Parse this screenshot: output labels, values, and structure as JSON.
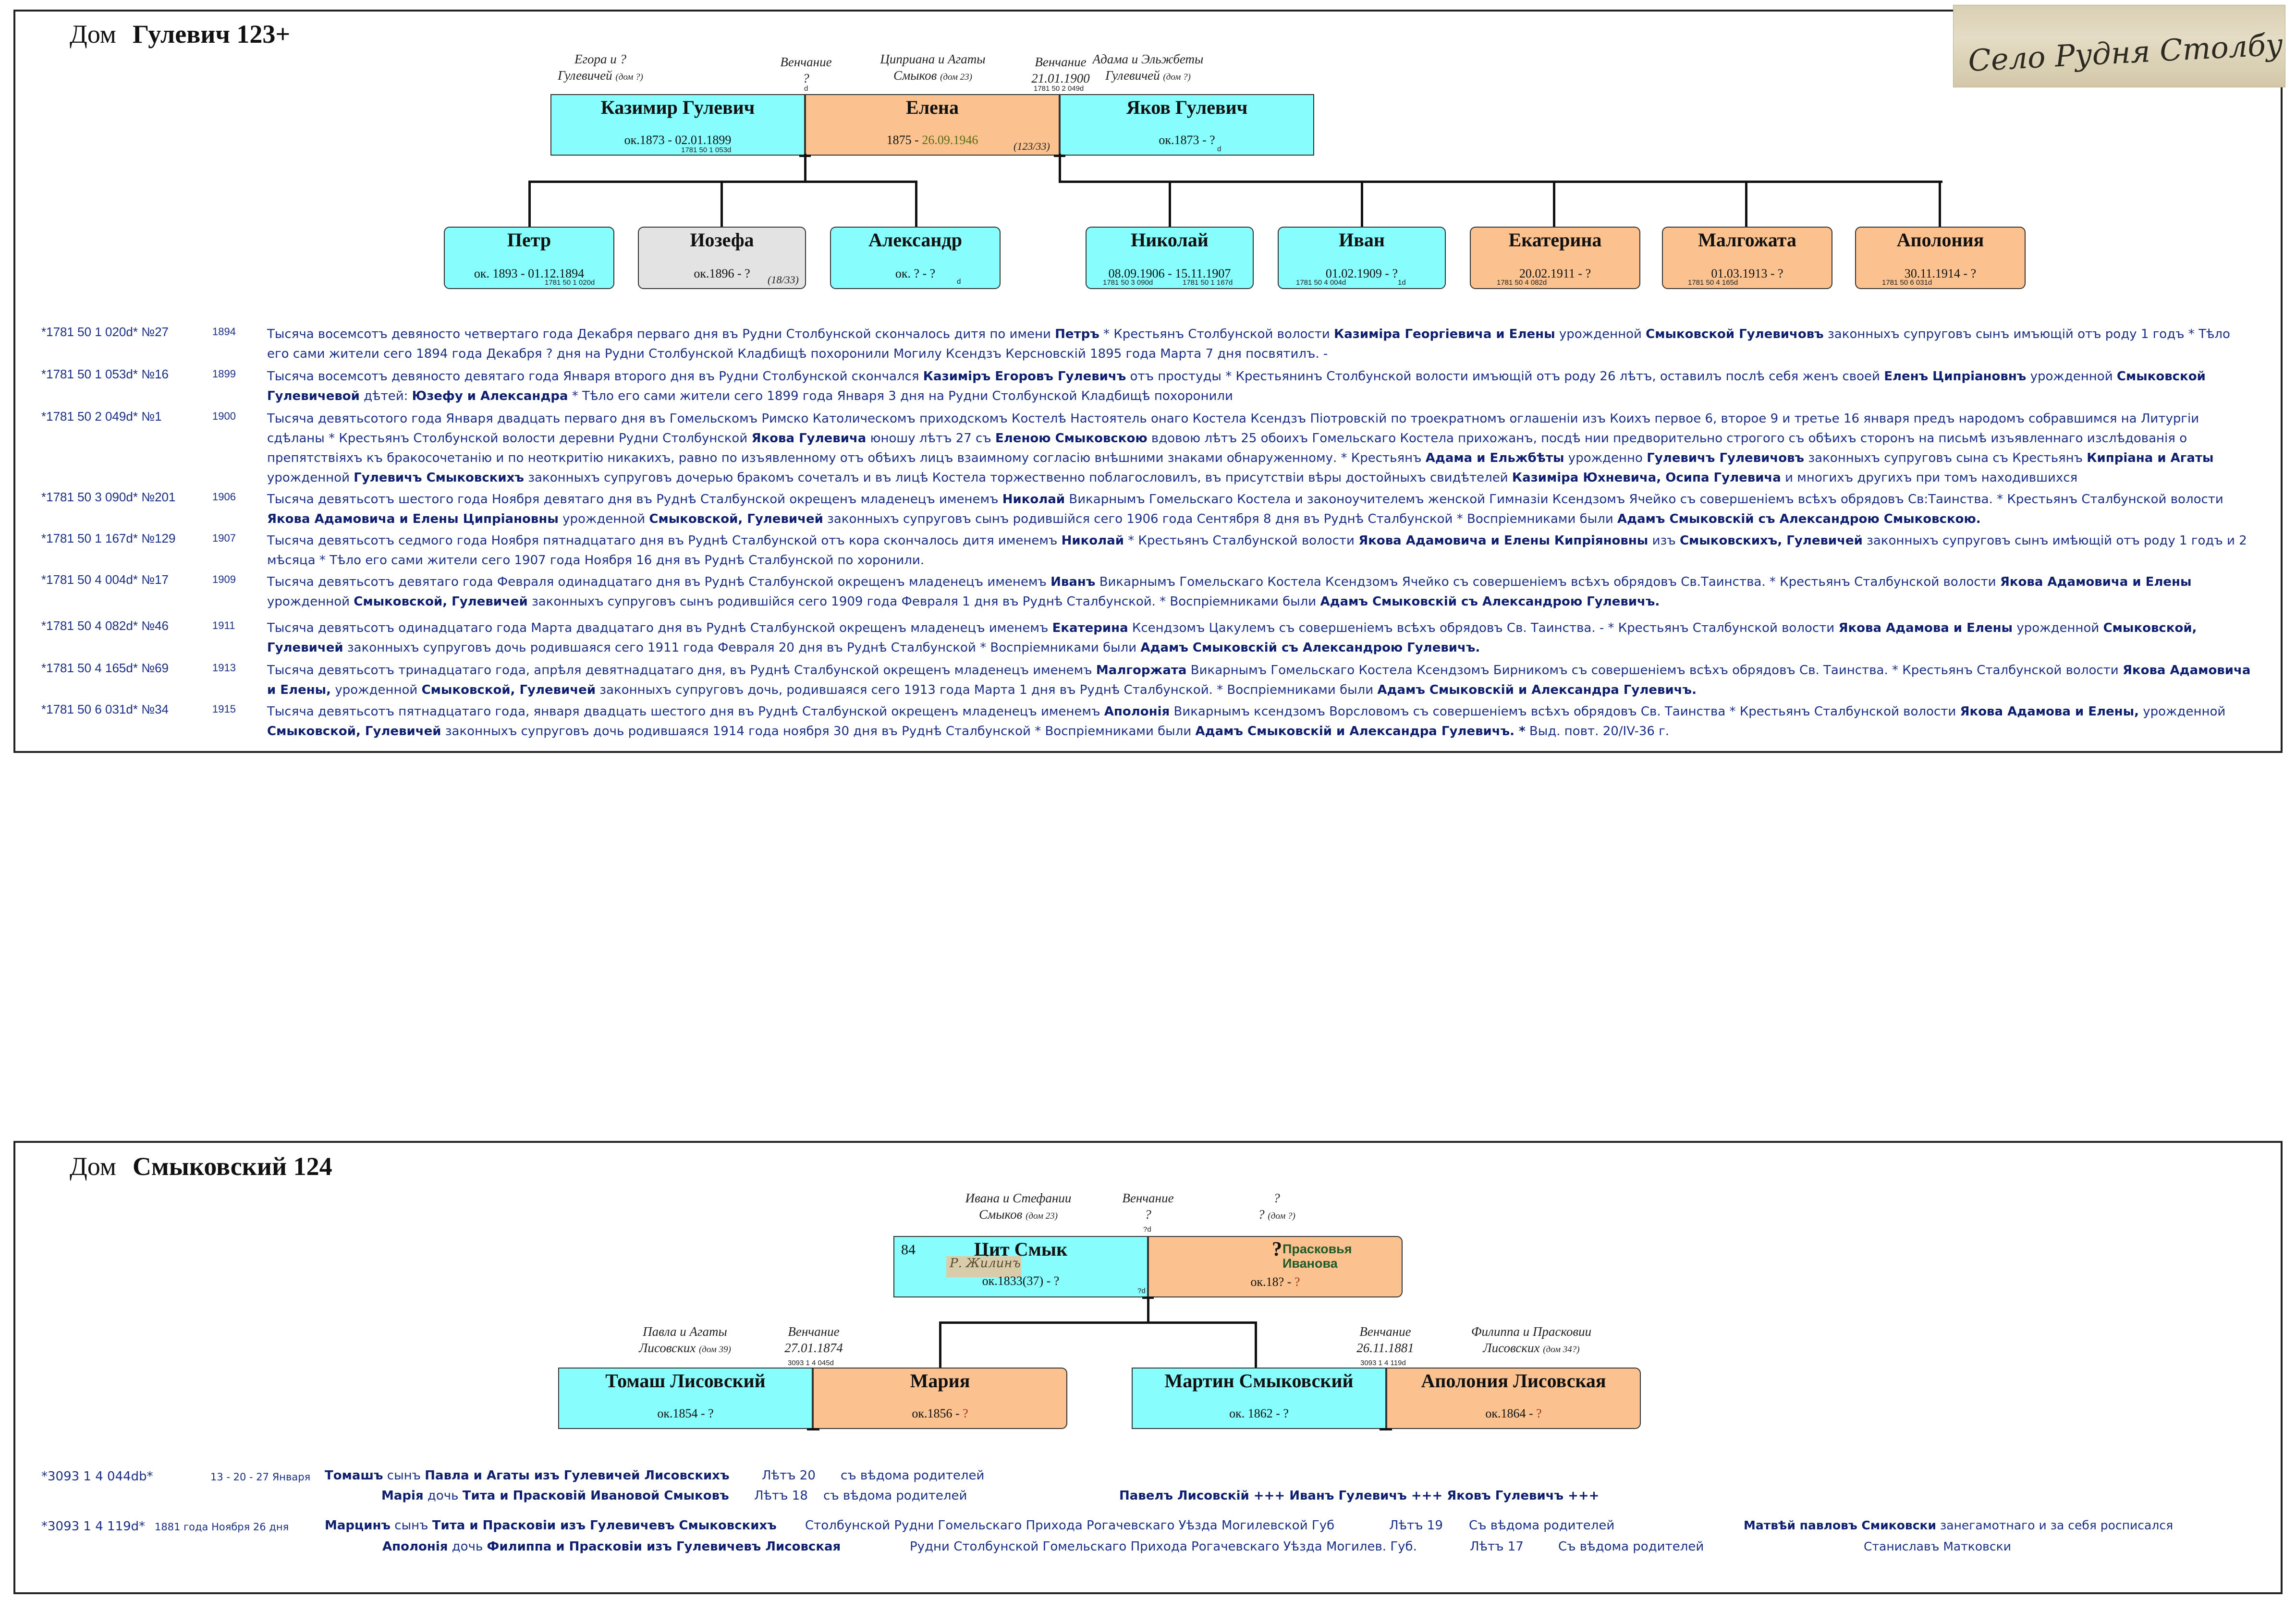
{
  "house1": {
    "label": "Дом",
    "name": "Гулевич 123+",
    "stamp_text": "Село Рудня Столбунска",
    "notes": {
      "kazimir_parents": [
        "Егора и ?",
        "Гулевичей"
      ],
      "kazimir_parents_dom": "(дом ?)",
      "marriage1": "Венчание",
      "marriage1_q": "?",
      "marriage1_ref": "d",
      "elena_parents": [
        "Циприана и Агаты",
        "Смыков"
      ],
      "elena_parents_dom": "(дом 23)",
      "marriage2": "Венчание",
      "marriage2_date": "21.01.1900",
      "marriage2_ref": "1781 50 2 049d",
      "yakov_parents": [
        "Адама и Эльжбеты",
        "Гулевичей"
      ],
      "yakov_parents_dom": "(дом ?)"
    },
    "parents": [
      {
        "name": "Казимир Гулевич",
        "dates": "ок.1873 - 02.01.1899",
        "ref": "1781 50 1 053d"
      },
      {
        "name": "Елена",
        "date_birth": "1875 - ",
        "date_death": "26.09.1946",
        "mark": "(123/33)"
      },
      {
        "name": "Яков Гулевич",
        "dates": "ок.1873 - ?",
        "ref": "d"
      }
    ],
    "children": [
      {
        "name": "Петр",
        "dates": "ок. 1893 - 01.12.1894",
        "ref": "1781 50 1 020d"
      },
      {
        "name": "Иозефа",
        "dates": "ок.1896 - ?",
        "mark": "(18/33)"
      },
      {
        "name": "Александр",
        "dates": "ок. ? - ?",
        "ref": "d"
      },
      {
        "name": "Николай",
        "dates": "08.09.1906 - 15.11.1907",
        "ref": "1781 50 3 090d",
        "ref2": "1781 50 1 167d"
      },
      {
        "name": "Иван",
        "dates": "01.02.1909 - ?",
        "ref": "1781 50 4 004d",
        "ref2": "1d"
      },
      {
        "name": "Екатерина",
        "dates": "20.02.1911 - ?",
        "ref": "1781 50 4 082d"
      },
      {
        "name": "Малгожата",
        "dates": "01.03.1913 - ?",
        "ref": "1781 50 4 165d"
      },
      {
        "name": "Аполония",
        "dates": "30.11.1914 - ?",
        "ref": "1781 50 6 031d"
      }
    ],
    "records": [
      {
        "id": "*1781 50 1 020d* №27",
        "year": "1894",
        "parts": [
          {
            "t": "Тысяча восемсотъ девяносто четвертаго года Декабря перваго дня въ Рудни Столбунской скончалось дитя по имени "
          },
          {
            "t": "Петръ",
            "b": true
          },
          {
            "t": " * Крестьянъ Столбунской волости "
          },
          {
            "t": "Казиміра Георгіевича и Елены",
            "b": true
          },
          {
            "t": " урожденной "
          },
          {
            "t": "Смыковской Гулевичовъ",
            "b": true
          },
          {
            "t": " законныхъ супруговъ сынъ имъющій отъ роду 1 годъ * Тѣло его сами жители сего 1894 года Декабря ? дня на Рудни Столбунской Кладбищѣ похоронили  Могилу Ксендзъ Керсновскій 1895 года Марта 7 дня посвятилъ. -"
          }
        ]
      },
      {
        "id": "*1781 50 1 053d* №16",
        "year": "1899",
        "parts": [
          {
            "t": "Тысяча восемсотъ девяносто девятаго года Января второго дня въ Рудни Столбунской скончался "
          },
          {
            "t": "Казиміръ Егоровъ Гулевичъ",
            "b": true
          },
          {
            "t": " отъ простуды * Крестьянинъ Столбунской волости имъющій отъ роду 26 лѣтъ, оставилъ послѣ себя женъ своей "
          },
          {
            "t": "Еленъ Ципріановнъ",
            "b": true
          },
          {
            "t": " урожденной "
          },
          {
            "t": "Смыковской Гулевичевой",
            "b": true
          },
          {
            "t": " дѣтей: "
          },
          {
            "t": "Юзефу и Александра",
            "b": true
          },
          {
            "t": " * Тѣло его сами жители сего 1899 года Января 3 дня на Рудни Столбунской Кладбищѣ похоронили"
          }
        ]
      },
      {
        "id": "*1781 50 2 049d* №1",
        "year": "1900",
        "parts": [
          {
            "t": "Тысяча девятьсотого года Января двадцать перваго дня въ Гомельскомъ Римско Католическомъ приходскомъ Костелѣ Настоятель онаго Костела Ксендзъ Піотровскій по троекратномъ оглашеніи изъ Коихъ первое 6, второе 9 и третье 16 января предъ народомъ собравшимся на Литургіи сдѣланы * Крестьянъ Столбунской волости деревни Рудни Столбунской "
          },
          {
            "t": "Якова Гулевича",
            "b": true
          },
          {
            "t": " юношу лѣтъ 27 съ "
          },
          {
            "t": "Еленою Смыковскою",
            "b": true
          },
          {
            "t": " вдовою лѣтъ 25 обоихъ Гомельскаго Костела прихожанъ, посдѣ нии предворительно строгого съ обѣихъ сторонъ на письмѣ изъявленнаго изслѣдованія о препятствіяхъ къ бракосочетанію и по неоткритію никакихъ, равно по изъявленному отъ обѣихъ лицъ взаимному согласію внѣшними знаками обнаруженному. * Крестьянъ "
          },
          {
            "t": "Адама и Ельжбѣты",
            "b": true
          },
          {
            "t": " урожденно "
          },
          {
            "t": "Гулевичъ Гулевичовъ",
            "b": true
          },
          {
            "t": " законныхъ супруговъ сына съ Крестьянъ "
          },
          {
            "t": "Кипріана и Агаты",
            "b": true
          },
          {
            "t": " урожденной "
          },
          {
            "t": "Гулевичъ Смыковскихъ",
            "b": true
          },
          {
            "t": " законныхъ супруговъ дочерью бракомъ сочеталъ и въ лицѣ Костела торжественно поблагословилъ, въ присутствіи вѣры достойныхъ свидѣтелей "
          },
          {
            "t": "Казиміра Юхневича, Осипа Гулевича",
            "b": true
          },
          {
            "t": " и многихъ другихъ при томъ находившихся"
          }
        ]
      },
      {
        "id": "*1781 50 3 090d* №201",
        "year": "1906",
        "parts": [
          {
            "t": "Тысяча девятьсотъ шестого года Ноября девятаго дня въ Руднѣ Сталбунской окрещенъ младенецъ именемъ "
          },
          {
            "t": "Николай",
            "b": true
          },
          {
            "t": " Викарнымъ Гомельскаго Костела и законоучителемъ женской Гимназіи Ксендзомъ Ячейко съ совершеніемъ всѣхъ обрядовъ Св:Таинства. * Крестьянъ Сталбунской волости "
          },
          {
            "t": "Якова Адамовича и Елены Ципріановны",
            "b": true
          },
          {
            "t": " урожденной "
          },
          {
            "t": "Смыковской, Гулевичей",
            "b": true
          },
          {
            "t": " законныхъ супруговъ сынъ родившійся сего 1906 года Сентября 8 дня въ Руднѣ Сталбунской * Воспріемниками были "
          },
          {
            "t": "Адамъ Смыковскій съ Александрою Смыковскою.",
            "b": true
          }
        ]
      },
      {
        "id": "*1781 50 1 167d* №129",
        "year": "1907",
        "parts": [
          {
            "t": "Тысяча девятьсотъ седмого года Ноября пятнадцатаго дня въ Руднѣ Сталбунской отъ кора скончалось дитя именемъ "
          },
          {
            "t": "Николай",
            "b": true
          },
          {
            "t": " * Крестьянъ Сталбунской волости "
          },
          {
            "t": "Якова Адамовича и Елены Кипріяновны",
            "b": true
          },
          {
            "t": " изъ "
          },
          {
            "t": "Смыковскихъ, Гулевичей",
            "b": true
          },
          {
            "t": " законныхъ супруговъ сынъ имѣющій отъ роду 1 годъ и 2 мѣсяца * Тѣло его сами жители сего 1907 года Ноября 16 дня въ Руднѣ Сталбунской по хоронили."
          }
        ]
      },
      {
        "id": "*1781 50 4 004d* №17",
        "year": "1909",
        "parts": [
          {
            "t": "Тысяча девятьсотъ девятаго года Февраля одинадцатаго дня въ Руднѣ Сталбунской окрещенъ младенецъ именемъ "
          },
          {
            "t": "Иванъ",
            "b": true
          },
          {
            "t": " Викарнымъ Гомельскаго Костела Ксендзомъ Ячейко съ совершеніемъ всѣхъ обрядовъ Св.Таинства. * Крестьянъ Сталбунской волости "
          },
          {
            "t": "Якова Адамовича и Елены",
            "b": true
          },
          {
            "t": " урожденной "
          },
          {
            "t": "Смыковской, Гулевичей",
            "b": true
          },
          {
            "t": " законныхъ супруговъ сынъ родившійся сего 1909 года Февраля 1 дня въ Руднѣ Сталбунской. * Воспріемниками были "
          },
          {
            "t": "Адамъ Смыковскій съ Александрою Гулевичъ.",
            "b": true
          }
        ]
      },
      {
        "id": "*1781 50 4 082d* №46",
        "year": "1911",
        "parts": [
          {
            "t": "Тысяча девятьсотъ одинадцатаго года Марта двадцатаго дня въ Руднѣ Сталбунской окрещенъ младенецъ именемъ "
          },
          {
            "t": "Екатерина",
            "b": true
          },
          {
            "t": " Ксендзомъ Цакулемъ съ совершеніемъ всѣхъ обрядовъ Св. Таинства. - * Крестьянъ Сталбунской волости "
          },
          {
            "t": "Якова Адамова и Елены",
            "b": true
          },
          {
            "t": " урожденной "
          },
          {
            "t": "Смыковской, Гулевичей",
            "b": true
          },
          {
            "t": " законныхъ супруговъ дочь родившаяся сего 1911 года Февраля 20 дня въ Руднѣ Сталбунской * Воспріемниками были "
          },
          {
            "t": "Адамъ Смыковскій съ Александрою Гулевичъ.",
            "b": true
          }
        ]
      },
      {
        "id": "*1781 50 4 165d* №69",
        "year": "1913",
        "parts": [
          {
            "t": "Тысяча девятьсотъ тринадцатаго года, апрѣля девятнадцатаго дня, въ Руднѣ Сталбунской окрещенъ младенецъ именемъ "
          },
          {
            "t": "Малгоржата",
            "b": true
          },
          {
            "t": " Викарнымъ Гомельскаго Костела Ксендзомъ Бирникомъ съ совершеніемъ всѣхъ обрядовъ Св. Таинства. * Крестьянъ Сталбунской волости "
          },
          {
            "t": "Якова Адамовича и Елены,",
            "b": true
          },
          {
            "t": " урожденной "
          },
          {
            "t": "Смыковской, Гулевичей",
            "b": true
          },
          {
            "t": " законныхъ супруговъ дочь, родившаяся сего 1913 года Марта 1 дня въ Руднѣ Сталбунской. * Воспріемниками были "
          },
          {
            "t": "Адамъ Смыковскій и Александра Гулевичъ.",
            "b": true
          }
        ]
      },
      {
        "id": "*1781 50 6 031d* №34",
        "year": "1915",
        "parts": [
          {
            "t": "Тысяча девятьсотъ пятнадцатаго года, января двадцать шестого дня въ Руднѣ Сталбунской окрещенъ младенецъ именемъ "
          },
          {
            "t": "Аполонія",
            "b": true
          },
          {
            "t": " Викарнымъ ксендзомъ Ворсловомъ съ совершеніемъ всѣхъ обрядовъ Св. Таинства * Крестьянъ Сталбунской волости "
          },
          {
            "t": "Якова Адамова и Елены,",
            "b": true
          },
          {
            "t": " урожденной "
          },
          {
            "t": "Смыковской, Гулевичей",
            "b": true
          },
          {
            "t": " законныхъ супруговъ дочь родившаяся 1914 года ноября 30 дня въ Руднѣ Сталбунской * Воспріемниками были "
          },
          {
            "t": "Адамъ Смыковскій и Александра Гулевичъ. *",
            "b": true
          },
          {
            "t": " Выд. повт. 20/IV-36 г."
          }
        ]
      }
    ]
  },
  "house2": {
    "label": "Дом",
    "name": "Смыковский 124",
    "notes": {
      "tsit_parents": [
        "Ивана и Стефании",
        "Смыков"
      ],
      "tsit_parents_dom": "(дом 23)",
      "marriage_top": "Венчание",
      "marriage_top_q": "?",
      "marriage_top_ref": "?d",
      "praskovya_parents": [
        "?",
        "?"
      ],
      "praskovya_parents_dom": "(дом ?)",
      "tomash_parents": [
        "Павла и Агаты",
        "Лисовских"
      ],
      "tomash_parents_dom": "(дом 39)",
      "marriage_left": "Венчание",
      "marriage_left_date": "27.01.1874",
      "marriage_left_ref": "3093 1 4 045d",
      "marriage_right": "Венчание",
      "marriage_right_date": "26.11.1881",
      "marriage_right_ref": "3093 1 4 119d",
      "apol_parents": [
        "Филиппа и Прасковии",
        "Лисовских"
      ],
      "apol_parents_dom": "(дом 34?)"
    },
    "top_couple": [
      {
        "num": "84",
        "name": "Цит Смык",
        "dates": "ок.1833(37) - ?",
        "ref": "?d"
      },
      {
        "name_q": "?",
        "name1": "Прасковья",
        "name2": "Иванова",
        "dates_a": "ок.18? - ",
        "dates_b": "?"
      }
    ],
    "couples": [
      {
        "name": "Томаш Лисовский",
        "dates": "ок.1854 - ?"
      },
      {
        "name": "Мария",
        "dates_a": "ок.1856 - ",
        "dates_b": "?"
      },
      {
        "name": "Мартин Смыковский",
        "dates": "ок. 1862 - ?"
      },
      {
        "name": "Аполония Лисовская",
        "dates_a": "ок.1864 - ",
        "dates_b": "?"
      }
    ],
    "rec1": {
      "id": "*3093 1 4 044db*",
      "date": "13 - 20 - 27 Января",
      "l1_a": "Томашъ",
      "l1_b": " сынъ ",
      "l1_c": "Павла и Агаты изъ Гулевичей Лисовскихъ",
      "l1_d": "Лѣтъ 20",
      "l1_e": "съ вѣдома родителей",
      "l2_a": "Марія",
      "l2_b": " дочь ",
      "l2_c": "Тита и Прасковій Ивановой Смыковъ",
      "l2_d": "Лѣтъ 18",
      "l2_e": "съ вѣдома родителей",
      "l2_f": "Павелъ Лисовскій +++ Иванъ Гулевичъ +++ Яковъ Гулевичъ +++"
    },
    "rec2": {
      "id": "*3093 1 4 119d*",
      "date": "1881 года Ноября 26 дня",
      "l1_a": "Марцинъ",
      "l1_b": " сынъ ",
      "l1_c": "Тита и Прасковіи изъ Гулевичевъ Смыковскихъ",
      "l1_d": "Столбунской Рудни Гомельскаго Прихода Рогачевскаго Уѣзда Могилевской Губ",
      "l1_e": "Лѣтъ 19",
      "l1_f": "Съ вѣдома родителей",
      "l1_g": "Матвѣй павловъ Смиковски",
      "l1_h": " занегамотнаго и за себя росписался",
      "l2_a": "Аполонія",
      "l2_b": " дочь ",
      "l2_c": "Филиппа и Прасковіи изъ Гулевичевъ Лисовская",
      "l2_d": "Рудни Столбунской Гомельскаго Прихода Рогачевскаго Уѣзда Могилев. Губ.",
      "l2_e": "Лѣтъ 17",
      "l2_f": "Съ вѣдома родителей",
      "l2_g": "Станиславъ Матковски"
    }
  },
  "colors": {
    "male": "#87fdfd",
    "female": "#fbc28f",
    "unknown": "#e3e3e3",
    "text": "#1a2f86"
  }
}
